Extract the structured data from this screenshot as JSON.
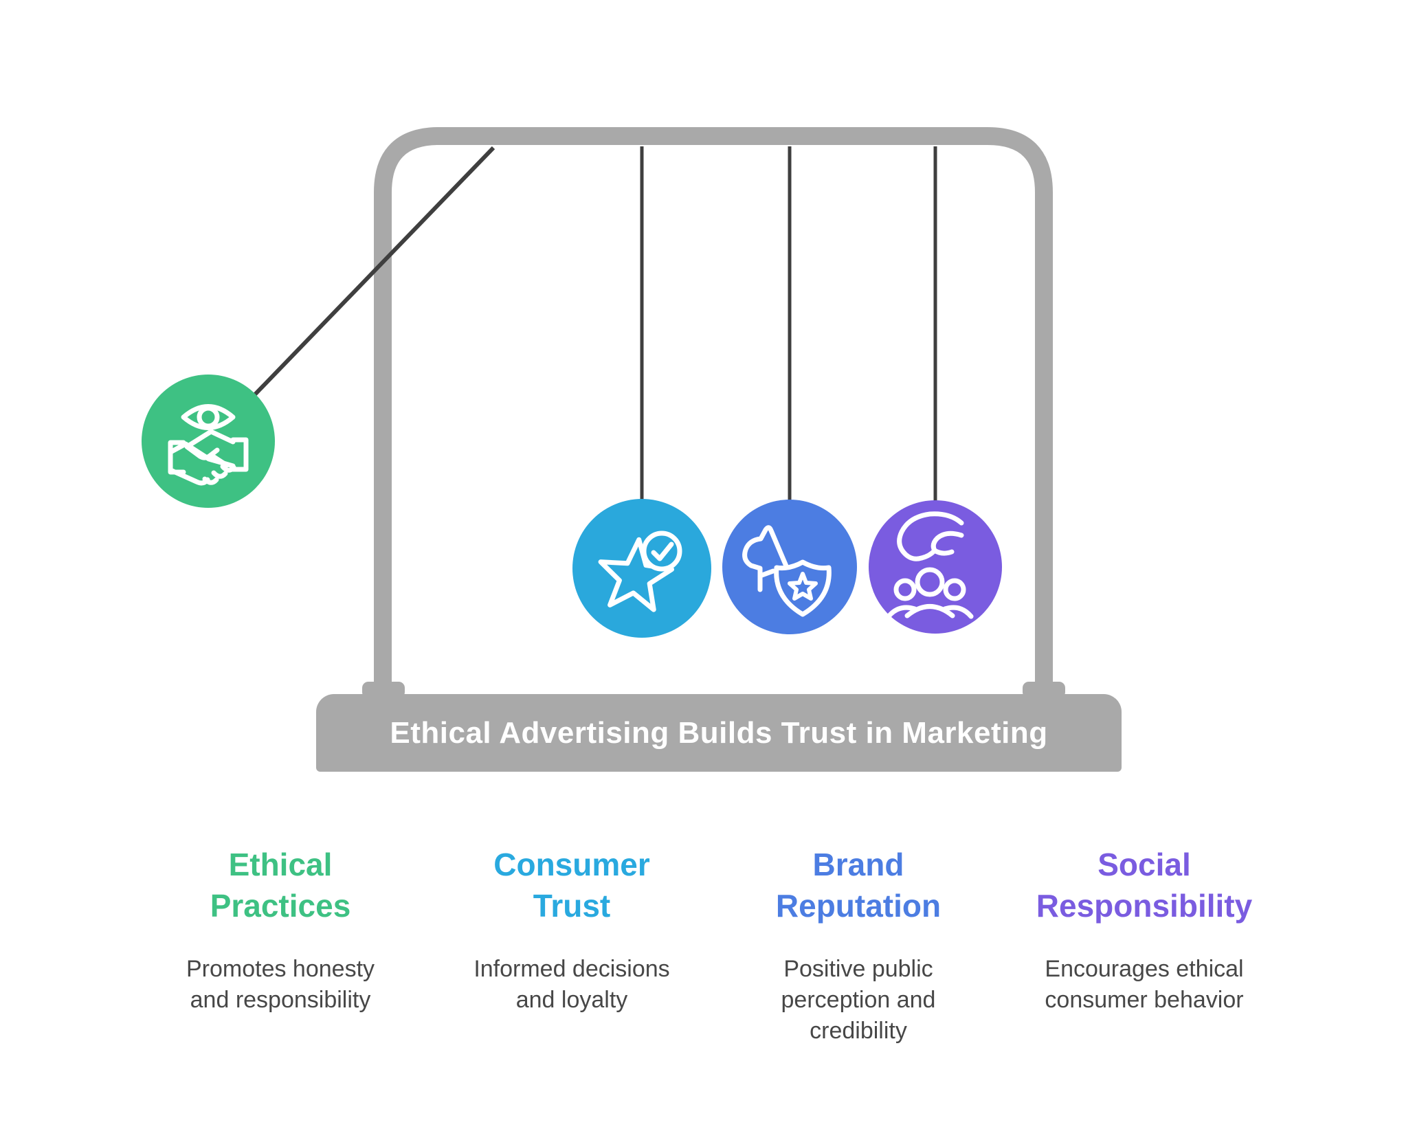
{
  "infographic": {
    "title": "Ethical Advertising Builds Trust in Marketing",
    "colors": {
      "frame_gray": "#A9A9A9",
      "string_dark": "#3F3F3F",
      "title_text": "#FFFFFF",
      "description_text": "#474747",
      "green": "#3EC183",
      "cyan": "#2AA8DC",
      "blue": "#4C7DE2",
      "purple": "#7A5CE0"
    },
    "pendulum_balls": [
      {
        "label": "Ethical Practices",
        "icon": "eye-handshake-icon",
        "color": "#3EC183",
        "position": "swung-left"
      },
      {
        "label": "Consumer Trust",
        "icon": "star-check-icon",
        "color": "#2AA8DC",
        "position": "hanging"
      },
      {
        "label": "Brand Reputation",
        "icon": "megaphone-shield-icon",
        "color": "#4C7DE2",
        "position": "hanging"
      },
      {
        "label": "Social Responsibility",
        "icon": "hand-community-icon",
        "color": "#7A5CE0",
        "position": "hanging"
      }
    ]
  },
  "columns": [
    {
      "heading": "Ethical Practices",
      "heading_lines": [
        "Ethical",
        "Practices"
      ],
      "color": "#3EC183",
      "description": "Promotes honesty and responsibility",
      "description_lines": [
        "Promotes honesty",
        "and responsibility"
      ]
    },
    {
      "heading": "Consumer Trust",
      "heading_lines": [
        "Consumer",
        "Trust"
      ],
      "color": "#2AA8DC",
      "description": "Informed decisions and loyalty",
      "description_lines": [
        "Informed decisions",
        "and loyalty"
      ]
    },
    {
      "heading": "Brand Reputation",
      "heading_lines": [
        "Brand",
        "Reputation"
      ],
      "color": "#4C7DE2",
      "description": "Positive public perception and credibility",
      "description_lines": [
        "Positive public",
        "perception and",
        "credibility"
      ]
    },
    {
      "heading": "Social Responsibility",
      "heading_lines": [
        "Social",
        "Responsibility"
      ],
      "color": "#7A5CE0",
      "description": "Encourages ethical consumer behavior",
      "description_lines": [
        "Encourages ethical",
        "consumer behavior"
      ]
    }
  ]
}
